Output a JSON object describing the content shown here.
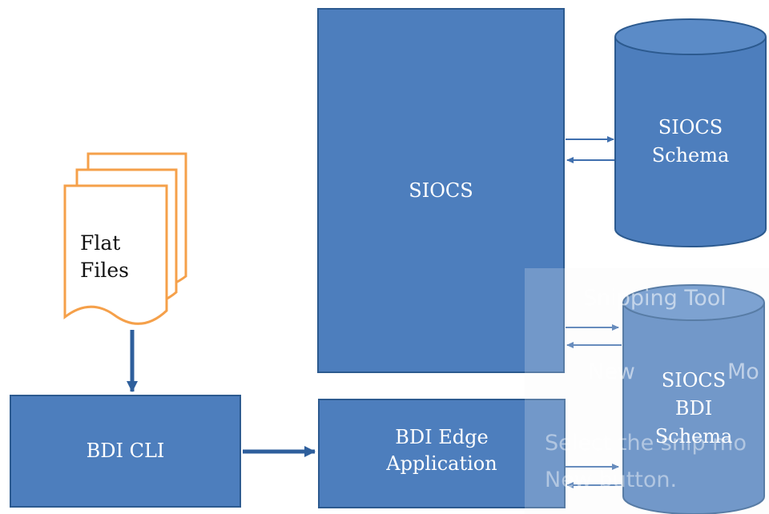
{
  "flat_files": {
    "line1": "Flat",
    "line2": "Files"
  },
  "bdi_cli": {
    "label": "BDI CLI"
  },
  "siocs": {
    "label": "SIOCS"
  },
  "bdi_edge": {
    "line1": "BDI Edge",
    "line2": "Application"
  },
  "siocs_schema": {
    "line1": "SIOCS",
    "line2": "Schema"
  },
  "siocs_bdi_schema": {
    "line1": "SIOCS",
    "line2": "BDI",
    "line3": "Schema"
  },
  "snipping_overlay": {
    "title": "Snipping Tool",
    "new_label": "New",
    "mode_label": "Mo",
    "hint_line1": "Select the snip mo",
    "hint_line2": "New button."
  },
  "colors": {
    "box_fill": "#4d7ebd",
    "box_border": "#2c5a8f",
    "doc_outline": "#f5a04a",
    "arrow": "#3f6fae"
  }
}
